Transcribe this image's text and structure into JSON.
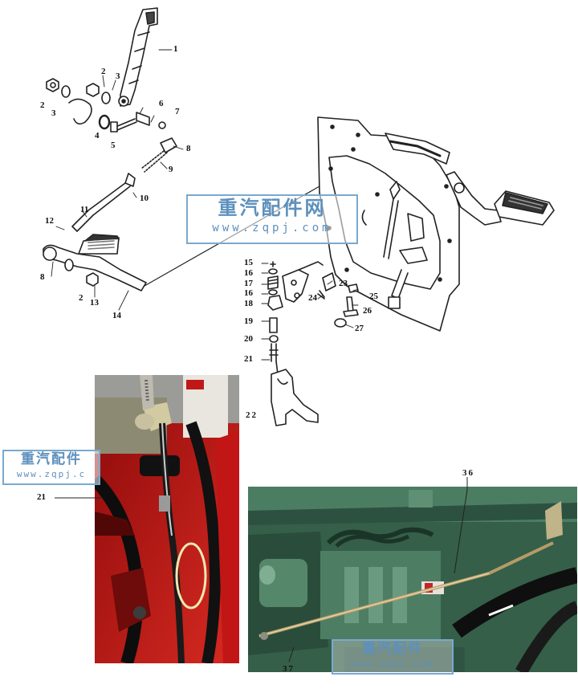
{
  "watermark": {
    "line1": "重汽配件网",
    "line2": "www.zqpj.com"
  },
  "watermark_small": {
    "line1": "重汽配件",
    "line2": "www.zqpj.c"
  },
  "callouts": {
    "c1": "1",
    "c2a": "2",
    "c2b": "2",
    "c2c": "2",
    "c3a": "3",
    "c3b": "3",
    "c4": "4",
    "c5": "5",
    "c6": "6",
    "c7": "7",
    "c8a": "8",
    "c8b": "8",
    "c9": "9",
    "c10": "10",
    "c11": "11",
    "c12": "12",
    "c13": "13",
    "c14": "14",
    "c15": "15",
    "c16a": "16",
    "c16b": "16",
    "c17": "17",
    "c18": "18",
    "c19": "19",
    "c20": "20",
    "c21": "21",
    "c22": "22",
    "c23": "23",
    "c24": "24",
    "c25": "25",
    "c26": "26",
    "c27": "27",
    "p21": "21",
    "p36": "36",
    "p37": "37"
  }
}
